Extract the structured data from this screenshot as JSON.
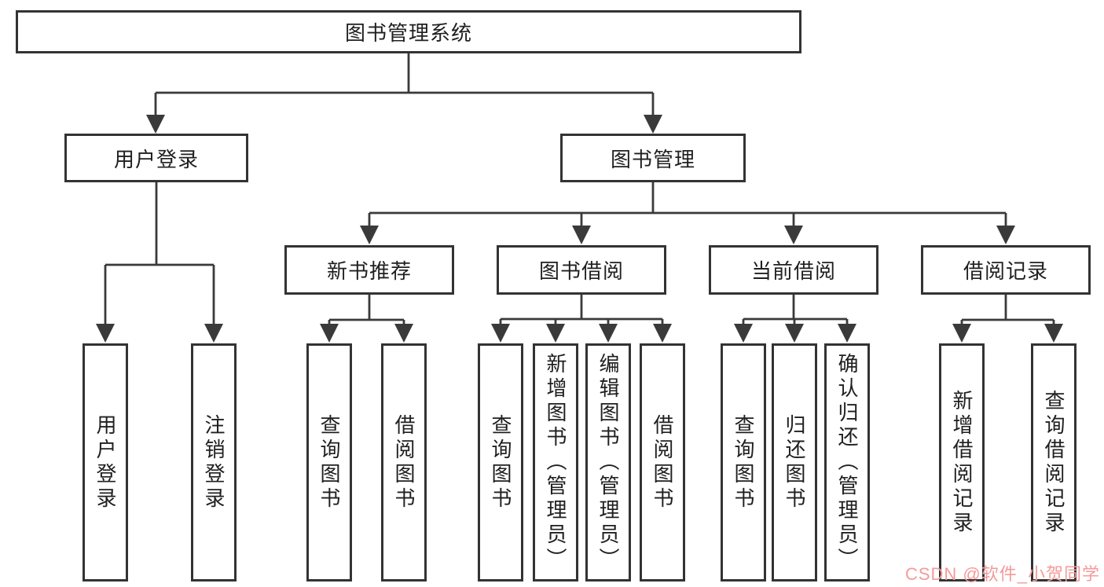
{
  "diagram_title": "图书管理系统",
  "tree": {
    "label": "图书管理系统",
    "children": [
      {
        "label": "用户登录",
        "children": [
          {
            "label": "用户登录"
          },
          {
            "label": "注销登录"
          }
        ]
      },
      {
        "label": "图书管理",
        "children": [
          {
            "label": "新书推荐",
            "children": [
              {
                "label": "查询图书"
              },
              {
                "label": "借阅图书"
              }
            ]
          },
          {
            "label": "图书借阅",
            "children": [
              {
                "label": "查询图书"
              },
              {
                "label": "新增图书（管理员）"
              },
              {
                "label": "编辑图书（管理员）"
              },
              {
                "label": "借阅图书"
              }
            ]
          },
          {
            "label": "当前借阅",
            "children": [
              {
                "label": "查询图书"
              },
              {
                "label": "归还图书"
              },
              {
                "label": "确认归还（管理员）"
              }
            ]
          },
          {
            "label": "借阅记录",
            "children": [
              {
                "label": "新增借阅记录"
              },
              {
                "label": "查询借阅记录"
              }
            ]
          }
        ]
      }
    ]
  },
  "watermark": {
    "text": "CSDN @软件_小贺同学"
  },
  "colors": {
    "line": "#3a3a3a",
    "border": "#333333",
    "text": "#1f1f1f",
    "background": "#ffffff",
    "watermark": "#f59a9a"
  }
}
